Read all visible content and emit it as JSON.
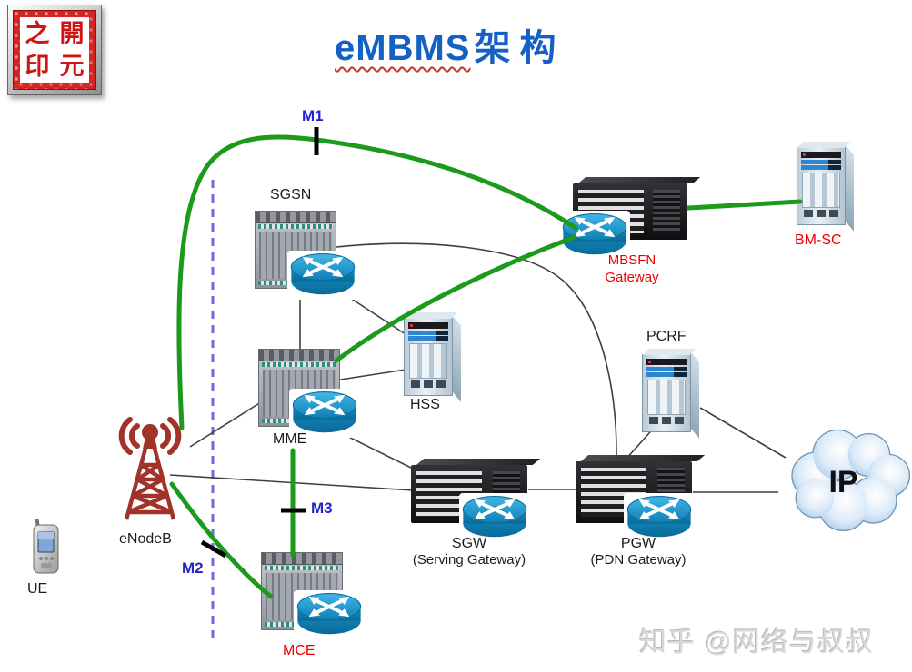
{
  "stamp": {
    "chars": [
      "之",
      "開",
      "印",
      "元"
    ]
  },
  "title": {
    "main": "eMBMS",
    "suffix": "架构"
  },
  "interfaces": {
    "m1": "M1",
    "m2": "M2",
    "m3": "M3"
  },
  "nodes": {
    "sgsn": {
      "label": "SGSN"
    },
    "mme": {
      "label": "MME"
    },
    "mce": {
      "label": "MCE"
    },
    "hss": {
      "label": "HSS"
    },
    "pcrf": {
      "label": "PCRF"
    },
    "bmsc": {
      "label": "BM-SC"
    },
    "mbsfn_gw": {
      "line1": "MBSFN",
      "line2": "Gateway"
    },
    "sgw": {
      "label": "SGW",
      "sublabel": "(Serving Gateway)"
    },
    "pgw": {
      "label": "PGW",
      "sublabel": "(PDN Gateway)"
    },
    "enodeb": {
      "label": "eNodeB"
    },
    "ue": {
      "label": "UE"
    },
    "ip_cloud": {
      "label": "IP"
    }
  },
  "watermark": {
    "text": "知乎 @网络与叔叔"
  },
  "colors": {
    "title_blue": "#1460c4",
    "multicast_green": "#1c9a1c",
    "control_line_black": "#3f3f3f",
    "interface_label_blue": "#2424cc",
    "red_label": "#ee0000",
    "dashed_boundary_blue": "#6b6be6",
    "enodeb_red": "#a23329",
    "router_blue": "#1ba0d7",
    "stamp_red": "#d42424"
  }
}
